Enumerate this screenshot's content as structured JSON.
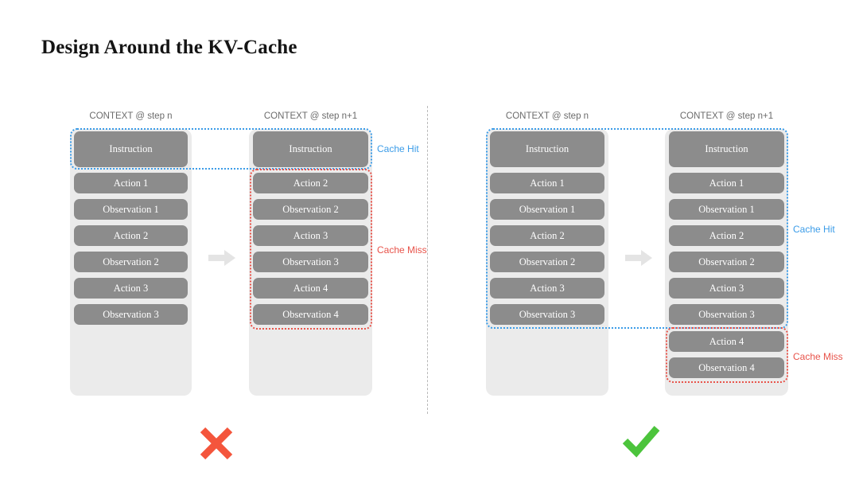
{
  "slide": {
    "title": "Design Around the KV-Cache"
  },
  "labels": {
    "context_step_n": "CONTEXT @ step n",
    "context_step_n1": "CONTEXT @ step n+1",
    "cache_hit": "Cache Hit",
    "cache_miss": "Cache Miss"
  },
  "colors": {
    "cache_hit": "#3b9ce8",
    "cache_miss": "#e8534a",
    "pill": "#8c8c8c",
    "panel": "#ebebeb",
    "cross": "#f4553c",
    "check": "#4cc43c",
    "title": "#141414",
    "header_text": "#6b6b6b"
  },
  "bad_example": {
    "verdict": "cross",
    "step_n": {
      "header": "CONTEXT @ step n",
      "items": [
        "Instruction",
        "Action 1",
        "Observation 1",
        "Action 2",
        "Observation 2",
        "Action 3",
        "Observation 3"
      ]
    },
    "step_n1": {
      "header": "CONTEXT @ step n+1",
      "items": [
        "Instruction",
        "Action 2",
        "Observation 2",
        "Action 3",
        "Observation 3",
        "Action 4",
        "Observation 4"
      ]
    },
    "cache_hit_items": [
      "Instruction"
    ],
    "cache_miss_items": [
      "Action 2",
      "Observation 2",
      "Action 3",
      "Observation 3",
      "Action 4",
      "Observation 4"
    ]
  },
  "good_example": {
    "verdict": "check",
    "step_n": {
      "header": "CONTEXT @ step n",
      "items": [
        "Instruction",
        "Action 1",
        "Observation 1",
        "Action 2",
        "Observation 2",
        "Action 3",
        "Observation 3"
      ]
    },
    "step_n1": {
      "header": "CONTEXT @ step n+1",
      "items": [
        "Instruction",
        "Action 1",
        "Observation 1",
        "Action 2",
        "Observation 2",
        "Action 3",
        "Observation 3",
        "Action 4",
        "Observation 4"
      ]
    },
    "cache_hit_items": [
      "Instruction",
      "Action 1",
      "Observation 1",
      "Action 2",
      "Observation 2",
      "Action 3",
      "Observation 3"
    ],
    "cache_miss_items": [
      "Action 4",
      "Observation 4"
    ]
  }
}
